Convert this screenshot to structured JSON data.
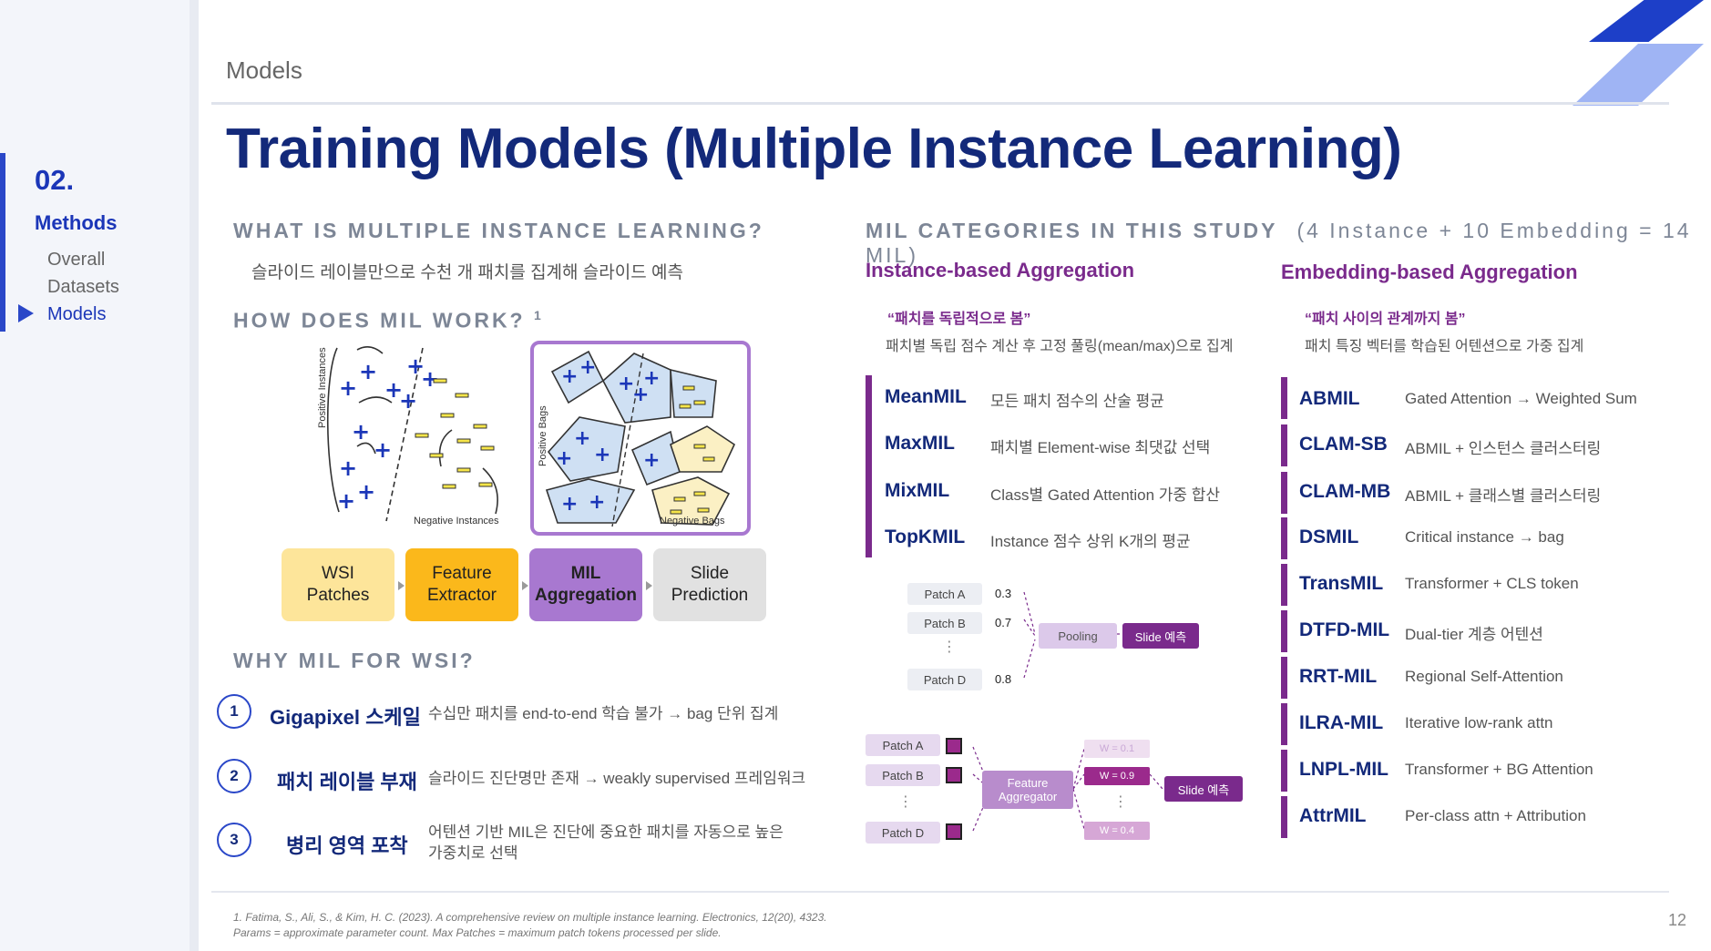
{
  "sidebar": {
    "number": "02.",
    "section": "Methods",
    "items": [
      {
        "label": "Overall",
        "active": false
      },
      {
        "label": "Datasets",
        "active": false
      },
      {
        "label": "Models",
        "active": true
      }
    ]
  },
  "header": {
    "breadcrumb": "Models",
    "title": "Training Models (Multiple Instance Learning)"
  },
  "left": {
    "what_heading": "WHAT IS MULTIPLE INSTANCE LEARNING?",
    "what_desc": "슬라이드 레이블만으로 수천 개 패치를 집계해 슬라이드 예측",
    "how_heading": "HOW DOES MIL WORK?",
    "how_ref": "1",
    "diagram_instances": {
      "y_label": "Positive Instances",
      "neg_label": "Negative Instances"
    },
    "diagram_bags": {
      "y_label": "Positive Bags",
      "neg_label": "Negative Bags"
    },
    "pipeline": [
      {
        "line1": "WSI",
        "line2": "Patches",
        "color": "#fde59a",
        "bold": false
      },
      {
        "line1": "Feature",
        "line2": "Extractor",
        "color": "#fbb81b",
        "bold": false
      },
      {
        "line1": "MIL",
        "line2": "Aggregation",
        "color": "#a878d0",
        "bold": true
      },
      {
        "line1": "Slide",
        "line2": "Prediction",
        "color": "#e1e1e1",
        "bold": false
      }
    ],
    "why_heading": "WHY MIL FOR WSI?",
    "why": [
      {
        "num": "1",
        "title": "Gigapixel 스케일",
        "desc": "수십만 패치를 end-to-end 학습 불가 → bag 단위 집계"
      },
      {
        "num": "2",
        "title": "패치 레이블 부재",
        "desc": "슬라이드 진단명만 존재 → weakly supervised 프레임워크"
      },
      {
        "num": "3",
        "title": "병리 영역 포착",
        "desc": "어텐션 기반 MIL은 진단에 중요한 패치를 자동으로 높은 가중치로 선택"
      }
    ]
  },
  "right": {
    "heading": "MIL CATEGORIES IN THIS STUDY",
    "heading_sum": "(4 Instance + 10 Embedding = 14 MIL)",
    "instance": {
      "title": "Instance-based Aggregation",
      "quote": "“패치를 독립적으로 봄”",
      "quote_desc": "패치별 독립 점수 계산 후 고정 풀링(mean/max)으로 집계",
      "models": [
        {
          "name": "MeanMIL",
          "desc": "모든 패치 점수의 산술 평균"
        },
        {
          "name": "MaxMIL",
          "desc": "패치별 Element-wise 최댓값 선택"
        },
        {
          "name": "MixMIL",
          "desc": "Class별 Gated Attention 가중 합산"
        },
        {
          "name": "TopKMIL",
          "desc": "Instance 점수 상위 K개의 평균"
        }
      ],
      "flow": {
        "patches": [
          "Patch A",
          "Patch B",
          "Patch D"
        ],
        "scores": [
          "0.3",
          "0.7",
          "0.8"
        ],
        "pool": "Pooling",
        "out": "Slide 예측"
      }
    },
    "embedding": {
      "title": "Embedding-based Aggregation",
      "quote": "“패치 사이의 관계까지 봄”",
      "quote_desc": "패치 특징 벡터를 학습된 어텐션으로 가중 집계",
      "models": [
        {
          "name": "ABMIL",
          "desc": "Gated Attention → Weighted Sum"
        },
        {
          "name": "CLAM-SB",
          "desc": "ABMIL + 인스턴스 클러스터링"
        },
        {
          "name": "CLAM-MB",
          "desc": "ABMIL + 클래스별 클러스터링"
        },
        {
          "name": "DSMIL",
          "desc": "Critical instance → bag"
        },
        {
          "name": "TransMIL",
          "desc": "Transformer + CLS token"
        },
        {
          "name": "DTFD-MIL",
          "desc": "Dual-tier 계층 어텐션"
        },
        {
          "name": "RRT-MIL",
          "desc": "Regional Self-Attention"
        },
        {
          "name": "ILRA-MIL",
          "desc": "Iterative low-rank attn"
        },
        {
          "name": "LNPL-MIL",
          "desc": "Transformer + BG Attention"
        },
        {
          "name": "AttrMIL",
          "desc": "Per-class attn + Attribution"
        }
      ],
      "flow": {
        "patches": [
          "Patch A",
          "Patch B",
          "Patch D"
        ],
        "agg_line1": "Feature",
        "agg_line2": "Aggregator",
        "weights": [
          "W = 0.1",
          "W = 0.9",
          "W = 0.4"
        ],
        "out": "Slide 예측"
      }
    }
  },
  "footer": {
    "ref": "1. Fatima, S., Ali, S., & Kim, H. C. (2023). A comprehensive review on multiple instance learning. Electronics, 12(20), 4323.",
    "note": "Params = approximate parameter count. Max Patches = maximum patch tokens processed per slide.",
    "page": "12"
  },
  "colors": {
    "accent": "#2a47c8",
    "navy": "#13297a",
    "purple": "#7a2a8c"
  }
}
